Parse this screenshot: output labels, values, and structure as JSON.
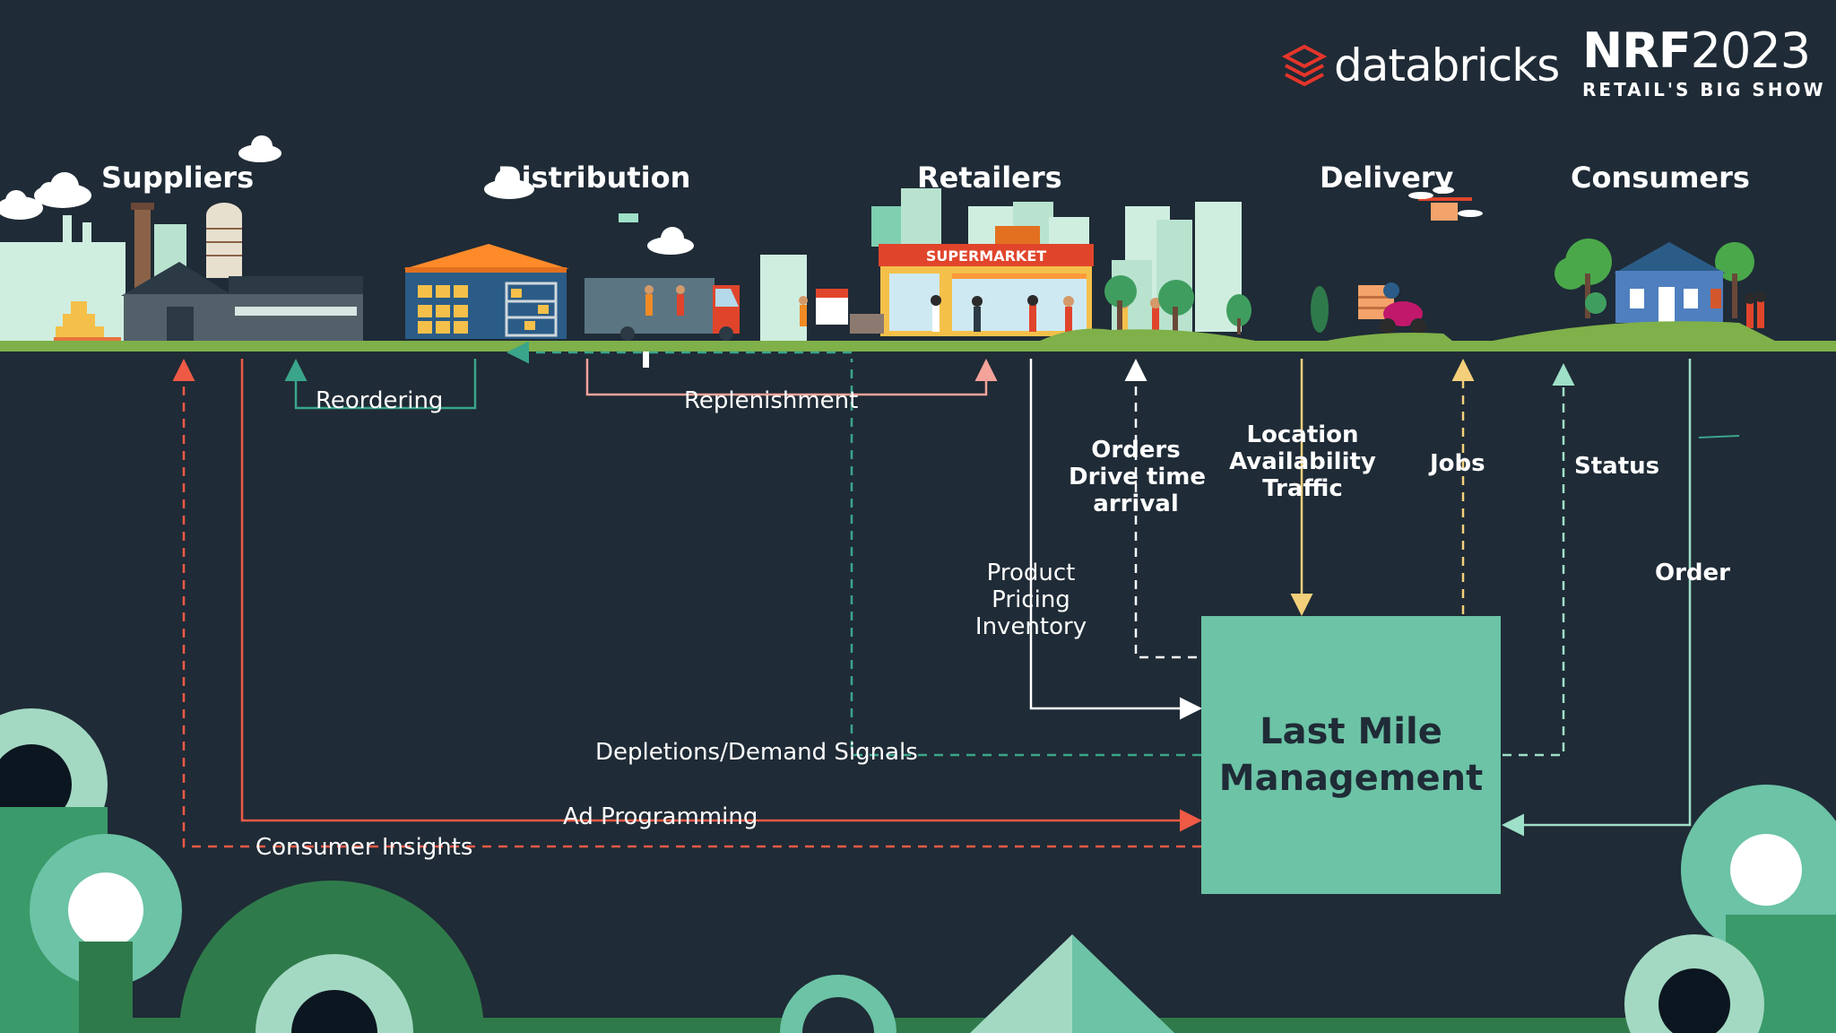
{
  "brand": {
    "databricks_text": "databricks",
    "nrf_main": "NRF",
    "nrf_year": "2023",
    "nrf_tagline": "RETAIL'S BIG SHOW"
  },
  "stages": [
    "Suppliers",
    "Distribution",
    "Retailers",
    "Delivery",
    "Consumers"
  ],
  "scene_text": {
    "supermarket_sign": "SUPERMARKET"
  },
  "flows": {
    "reordering": "Reordering",
    "replenishment": "Replenishment",
    "orders": "Orders",
    "drive_time": "Drive time",
    "arrival": "arrival",
    "location": "Location",
    "availability": "Availability",
    "traffic": "Traffic",
    "jobs": "Jobs",
    "status": "Status",
    "order": "Order",
    "product": "Product",
    "pricing": "Pricing",
    "inventory": "Inventory",
    "depletions": "Depletions/Demand Signals",
    "ad_programming": "Ad Programming",
    "consumer_insights": "Consumer Insights"
  },
  "hub": {
    "line1": "Last Mile",
    "line2": "Management"
  },
  "colors": {
    "background": "#1f2b36",
    "ground": "#7fb04a",
    "hub": "#6cc3a6",
    "teal_line": "#3aa58a",
    "salmon_line": "#ef5a45",
    "pink_line": "#f4a39a",
    "yellow_line": "#f3cf7a",
    "white_line": "#ffffff",
    "databricks_red": "#e5352b"
  }
}
